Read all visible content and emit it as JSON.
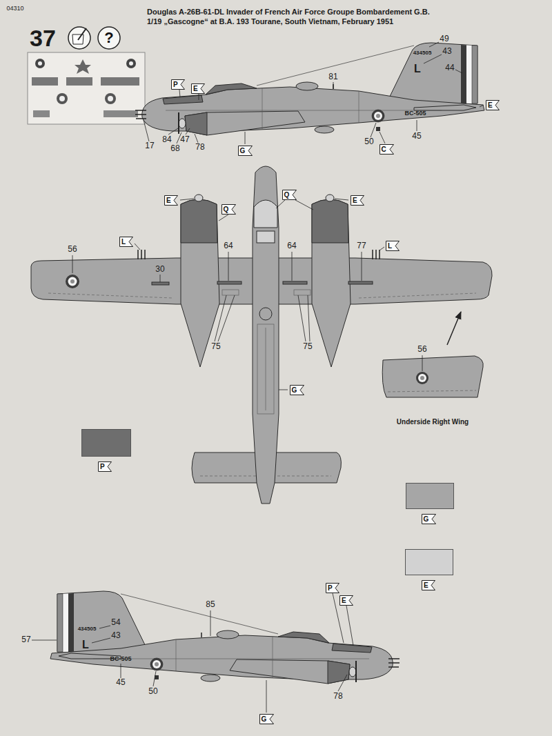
{
  "diagram": {
    "title": "Douglas A-26B-61-DL Invader of French Air Force Groupe Bombardement G.B. 1/19 „Gascogne“ at B.A. 193 Tourane, South Vietnam, February 1951",
    "nodes": [
      {
        "text": [
          "?"
        ]
      },
      {
        "text": [
          "P"
        ]
      },
      {
        "text": [
          "E"
        ]
      },
      {
        "text": [
          "E"
        ]
      },
      {
        "text": [
          "G"
        ]
      },
      {
        "text": [
          "C"
        ]
      },
      {
        "text": [
          "E"
        ]
      },
      {
        "text": [
          "Q"
        ]
      },
      {
        "text": [
          "Q"
        ]
      },
      {
        "text": [
          "E"
        ]
      },
      {
        "text": [
          "L"
        ]
      },
      {
        "text": [
          "L"
        ]
      },
      {
        "text": [
          "G"
        ]
      },
      {
        "text": [
          "P"
        ]
      },
      {
        "text": [
          "E"
        ]
      },
      {
        "text": [
          "G"
        ]
      }
    ],
    "labels": [
      "04310",
      "37",
      "49",
      "434505",
      "43",
      "L",
      "44",
      "81",
      "BC-505",
      "45",
      "50",
      "17",
      "84",
      "68",
      "47",
      "78",
      "56",
      "30",
      "64",
      "64",
      "77",
      "75",
      "75",
      "56",
      "Underside Right Wing",
      "57",
      "434505",
      "54",
      "43",
      "L",
      "85",
      "BC-505",
      "45",
      "50",
      "78"
    ],
    "legend": [
      {
        "text": "P",
        "color": "#6e6e6e"
      },
      {
        "text": "G",
        "color": "#a6a6a6"
      },
      {
        "text": "E",
        "color": "#d2d2d2"
      }
    ]
  }
}
